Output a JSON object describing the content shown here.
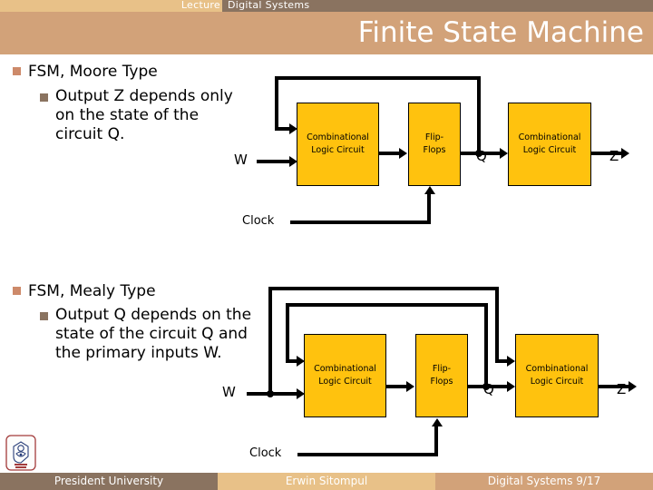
{
  "header": {
    "lecture_label": "Lecture",
    "course_label": "Digital Systems",
    "slide_title": "Finite State Machine"
  },
  "content": {
    "moore": {
      "heading": "FSM, Moore Type",
      "detail": "Output Z depends only on the state of the circuit Q."
    },
    "mealy": {
      "heading": "FSM, Mealy Type",
      "detail": "Output Q depends on the state of the circuit Q and the primary inputs W."
    }
  },
  "diagrams": {
    "moore": {
      "block1_line1": "Combinational",
      "block1_line2": "Logic Circuit",
      "block2_line1": "Flip-",
      "block2_line2": "Flops",
      "block3_line1": "Combinational",
      "block3_line2": "Logic Circuit",
      "input_w": "W",
      "state_q": "Q",
      "output_z": "Z",
      "clock": "Clock"
    },
    "mealy": {
      "block1_line1": "Combinational",
      "block1_line2": "Logic Circuit",
      "block2_line1": "Flip-",
      "block2_line2": "Flops",
      "block3_line1": "Combinational",
      "block3_line2": "Logic Circuit",
      "input_w": "W",
      "state_q": "Q",
      "output_z": "Z",
      "clock": "Clock"
    }
  },
  "footer": {
    "university": "President University",
    "author": "Erwin Sitompul",
    "page": "Digital Systems 9/17"
  },
  "colors": {
    "block_fill": "#ffc20e",
    "band_light": "#e8c188",
    "band_medium": "#d2a279",
    "band_dark": "#8a7360",
    "bullet_l1": "#cd8a6a",
    "bullet_l2": "#8a7360"
  }
}
